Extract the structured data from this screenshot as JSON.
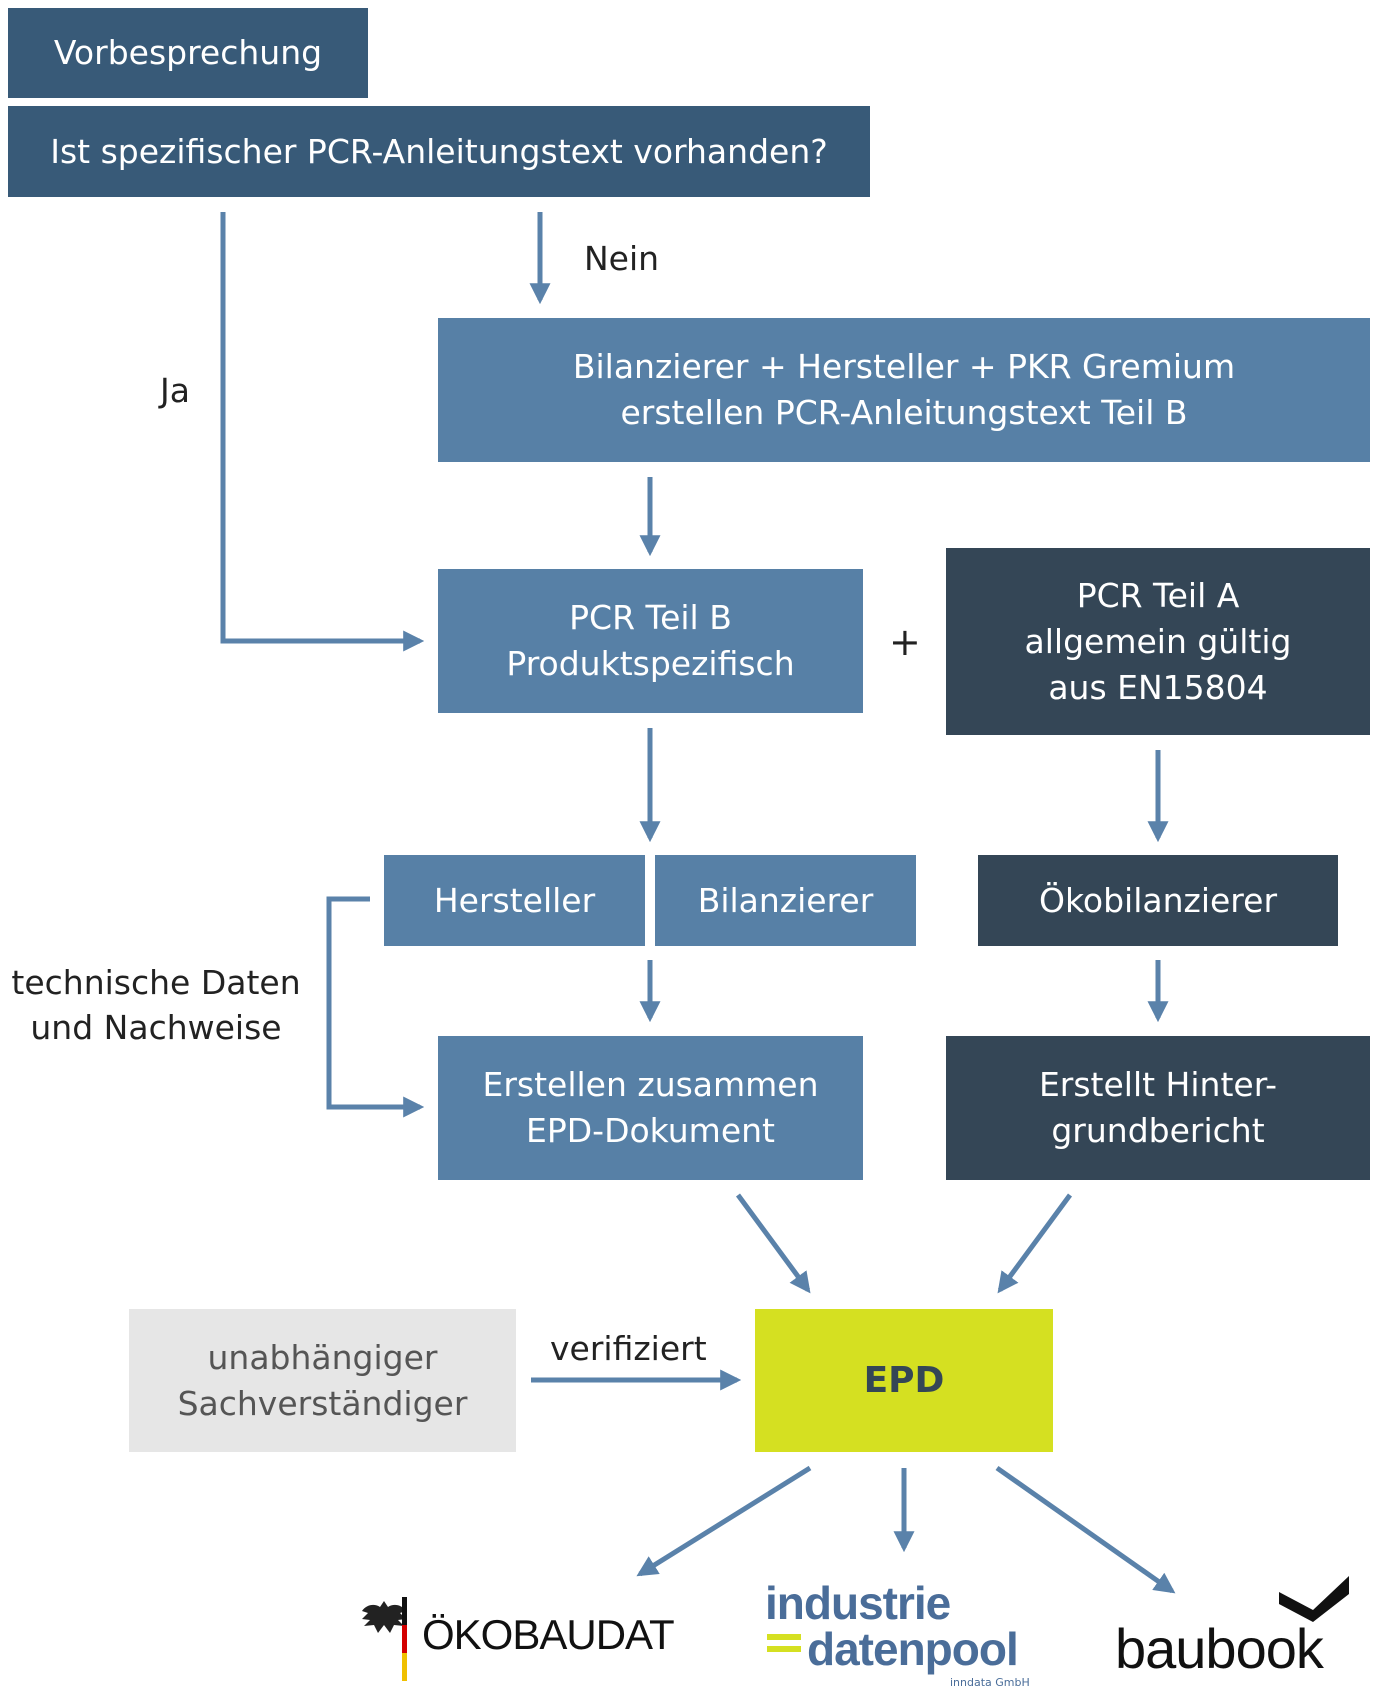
{
  "colors": {
    "header_navy": "#385a78",
    "steel_blue": "#5780a6",
    "dark_slate": "#344656",
    "arrow": "#5a82aa",
    "epd_yellow": "#d5e021",
    "expert_gray": "#e6e6e6"
  },
  "boxes": {
    "vorbesprechung": "Vorbesprechung",
    "question": "Ist spezifischer PCR-Anleitungstext vorhanden?",
    "create_pcr_line1": "Bilanzierer + Hersteller + PKR Gremium",
    "create_pcr_line2": "erstellen PCR-Anleitungstext Teil B",
    "pcr_b_line1": "PCR Teil B",
    "pcr_b_line2": "Produktspezifisch",
    "pcr_a_line1": "PCR Teil A",
    "pcr_a_line2": "allgemein gültig",
    "pcr_a_line3": "aus EN15804",
    "hersteller": "Hersteller",
    "bilanzierer": "Bilanzierer",
    "oekobilanzierer": "Ökobilanzierer",
    "epd_doc_line1": "Erstellen zusammen",
    "epd_doc_line2": "EPD-Dokument",
    "bg_report_line1": "Erstellt Hinter-",
    "bg_report_line2": "grundbericht",
    "expert_line1": "unabhängiger",
    "expert_line2": "Sachverständiger",
    "epd": "EPD"
  },
  "labels": {
    "nein": "Nein",
    "ja": "Ja",
    "plus": "+",
    "tech_line1": "technische Daten",
    "tech_line2": "und Nachweise",
    "verifiziert": "verifiziert"
  },
  "logos": {
    "oekobaudat": "ÖKOBAUDAT",
    "industrie_line1": "industrie",
    "industrie_line2": "datenpool",
    "industrie_sub": "inndata GmbH",
    "baubook": "baubook"
  }
}
